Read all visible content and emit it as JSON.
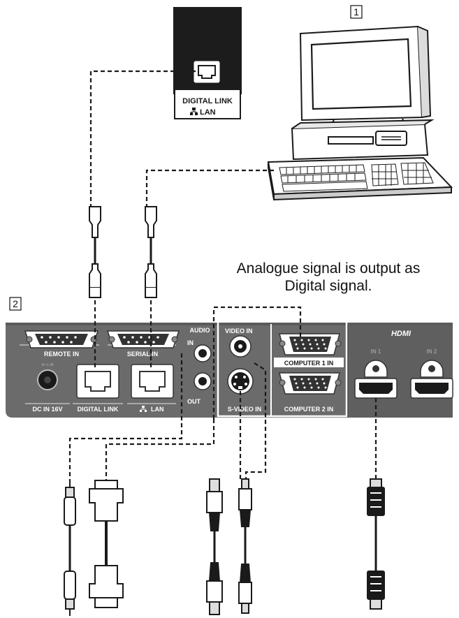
{
  "labels": {
    "num1": "1",
    "num2": "2",
    "digital_link_top": "DIGITAL LINK",
    "lan_top": "LAN",
    "remote_in": "REMOTE IN",
    "serial_in": "SERIAL IN",
    "dc_in": "DC IN 16V",
    "digital_link": "DIGITAL LINK",
    "lan": "LAN",
    "audio": "AUDIO",
    "audio_in": "IN",
    "audio_out": "OUT",
    "video_in": "VIDEO IN",
    "s_video_in": "S-VIDEO IN",
    "computer1_in": "COMPUTER 1 IN",
    "computer2_in": "COMPUTER 2 IN",
    "hdmi_logo": "HDMI",
    "hdmi_in1": "IN 1",
    "hdmi_in2": "IN 2"
  },
  "caption": {
    "line1": "Analogue signal is output as",
    "line2": "Digital signal."
  }
}
